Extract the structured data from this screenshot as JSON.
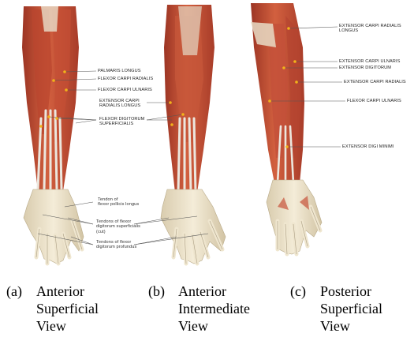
{
  "panels": [
    {
      "id": "a",
      "caption_letter": "(a)",
      "caption_lines": [
        "Anterior",
        "Superficial",
        "View"
      ],
      "labels": {
        "palmaris_longus": "PALMARIS LONGUS",
        "flexor_carpi_radialis": "FLEXOR CARPI RADIALIS",
        "flexor_carpi_ulnaris": "FLEXOR CARPI ULNARIS",
        "extensor_carpi_radialis_longus_1": "EXTENSOR CARPI",
        "extensor_carpi_radialis_longus_2": "RADIALIS LONGUS",
        "flexor_digitorum_superficialis_1": "FLEXOR DIGITORUM",
        "flexor_digitorum_superficialis_2": "SUPERFICIALIS",
        "tendon_fpl_1": "Tendon of",
        "tendon_fpl_2": "flexor pollicis longus",
        "tendons_fds_1": "Tendons of flexor",
        "tendons_fds_2": "digitorum superficialis",
        "tendons_fds_3": "(cut)",
        "tendons_fdp_1": "Tendons of flexor",
        "tendons_fdp_2": "digitorum profundus"
      }
    },
    {
      "id": "b",
      "caption_letter": "(b)",
      "caption_lines": [
        "Anterior",
        "Intermediate",
        "View"
      ]
    },
    {
      "id": "c",
      "caption_letter": "(c)",
      "caption_lines": [
        "Posterior",
        "Superficial",
        "View"
      ],
      "labels": {
        "extensor_carpi_radialis_longus_1": "EXTENSOR CARPI RADIALIS",
        "extensor_carpi_radialis_longus_2": "LONGUS",
        "extensor_carpi_ulnaris": "EXTENSOR CARPI ULNARIS",
        "extensor_digitorum": "EXTENSOR DIGITORUM",
        "extensor_carpi_radialis": "EXTENSOR CARPI RADIALIS",
        "flexor_carpi_ulnaris": "FLEXOR CARPI ULNARIS",
        "extensor_digi_minimi": "EXTENSOR DIGI MINIMI"
      }
    }
  ],
  "colors": {
    "muscle": "#c8523a",
    "muscle_dark": "#9c3524",
    "muscle_light": "#e27a5c",
    "tendon": "#ece7de",
    "bone": "#efe6cf",
    "marker": "#f2b21a",
    "leader": "#555555"
  }
}
